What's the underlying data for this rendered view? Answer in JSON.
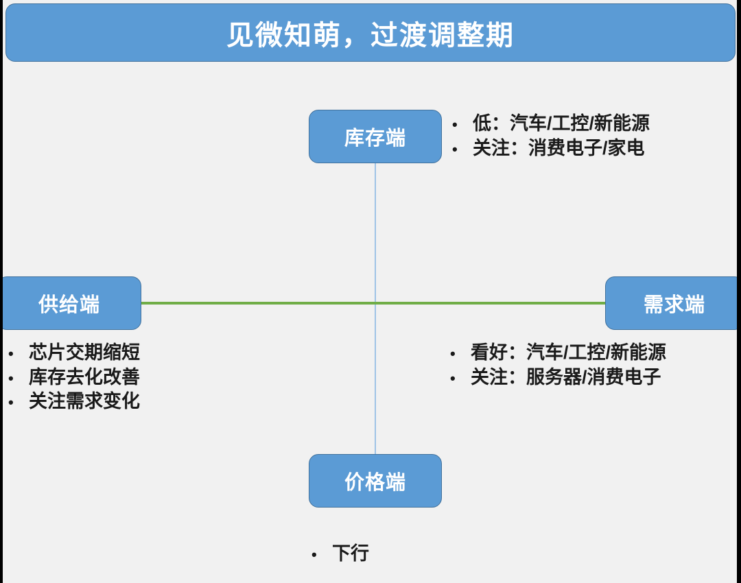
{
  "slide": {
    "title": "见微知萌，过渡调整期",
    "background_color": "#f1f1f1",
    "accent_color": "#5b9bd5",
    "connector_green": "#70ad47",
    "connector_blue": "#9dc3e6"
  },
  "nodes": {
    "inventory": {
      "label": "库存端"
    },
    "supply": {
      "label": "供给端"
    },
    "demand": {
      "label": "需求端"
    },
    "price": {
      "label": "价格端"
    }
  },
  "bullets": {
    "inventory": [
      {
        "dot": "•",
        "text": "低：汽车/工控/新能源"
      },
      {
        "dot": "•",
        "text": "关注：消费电子/家电"
      }
    ],
    "supply": [
      {
        "dot": "•",
        "text": "芯片交期缩短"
      },
      {
        "dot": "•",
        "text": "库存去化改善"
      },
      {
        "dot": "•",
        "text": "关注需求变化"
      }
    ],
    "demand": [
      {
        "dot": "•",
        "text": "看好：汽车/工控/新能源"
      },
      {
        "dot": "•",
        "text": "关注：服务器/消费电子"
      }
    ],
    "price": [
      {
        "dot": "•",
        "text": "下行"
      }
    ]
  }
}
